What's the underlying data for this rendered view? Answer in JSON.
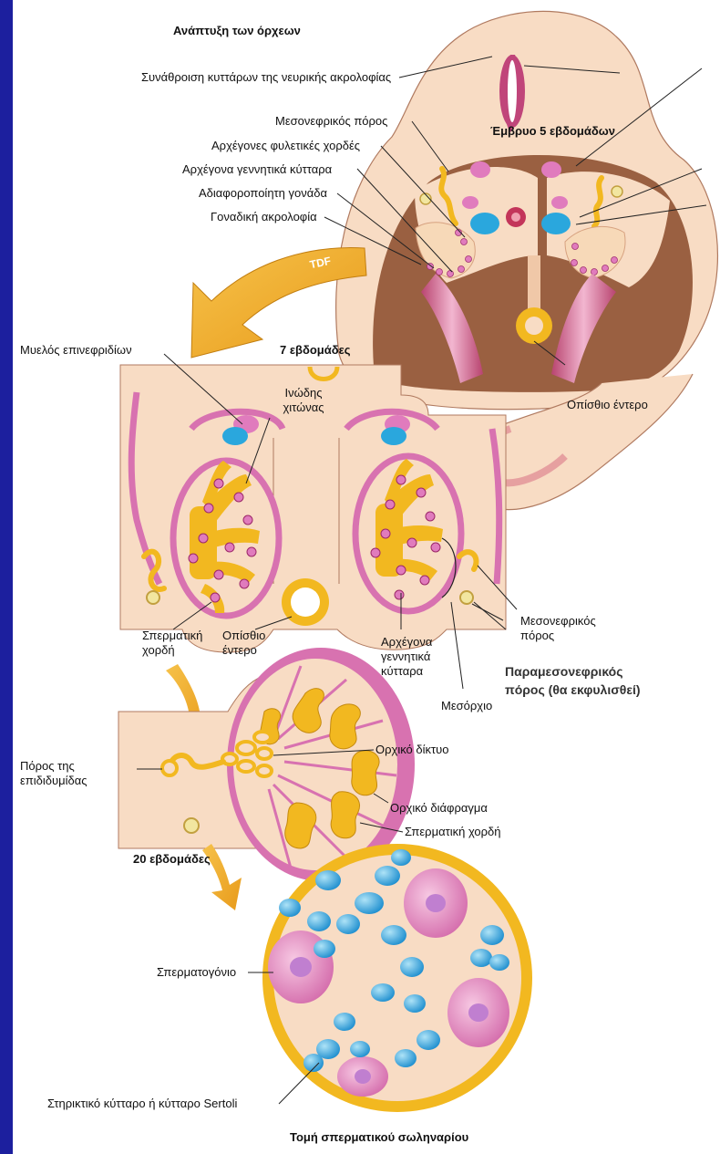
{
  "title": "Ανάπτυξη των όρχεων",
  "embryo_label": "Έμβρυο 5 εβδομάδων",
  "tdf_label": "TDF",
  "labels_5wk": {
    "neural_crest_aggregation": "Συνάθροιση κυττάρων της νευρικής ακρολοφίας",
    "mesonephric_duct": "Μεσονεφρικός πόρος",
    "primitive_sex_cords": "Αρχέγονες φυλετικές χορδές",
    "primordial_germ_cells": "Αρχέγονα γεννητικά κύτταρα",
    "indifferent_gonad": "Αδιαφοροποίητη γονάδα",
    "gonadal_ridge": "Γοναδική ακρολοφία",
    "hindgut": "Οπίσθιο έντερο"
  },
  "labels_7wk": {
    "stage": "7 εβδομάδες",
    "adrenal_medulla": "Μυελός επινεφριδίων",
    "tunica_albuginea_1": "Ινώδης",
    "tunica_albuginea_2": "χιτώνας",
    "seminiferous_cord_1": "Σπερματική",
    "seminiferous_cord_2": "χορδή",
    "hindgut_1": "Οπίσθιο",
    "hindgut_2": "έντερο",
    "germ_cells_1": "Αρχέγονα",
    "germ_cells_2": "γεννητικά",
    "germ_cells_3": "κύτταρα",
    "mesonephric_duct_1": "Μεσονεφρικός",
    "mesonephric_duct_2": "πόρος",
    "mesorchium": "Μεσόρχιο",
    "paramesonephric_1": "Παραμεσονεφρικός",
    "paramesonephric_2": "πόρος (θα εκφυλισθεί)"
  },
  "labels_20wk": {
    "stage": "20 εβδομάδες",
    "rete_testis": "Ορχικό δίκτυο",
    "epididymis_duct_1": "Πόρος της",
    "epididymis_duct_2": "επιδιδυμίδας",
    "septum": "Ορχικό διάφραγμα",
    "seminiferous_cord": "Σπερματική χορδή"
  },
  "labels_section": {
    "spermatogonium": "Σπερματογόνιο",
    "sertoli": "Στηρικτικό κύτταρο ή κύτταρο Sertoli",
    "caption": "Τομή σπερματικού σωληναρίου"
  },
  "colors": {
    "background": "#1c1f9e",
    "tissue": "#f8dcc4",
    "pink": "#d872b0",
    "yellow": "#f2b820",
    "blue": "#2aa7dd",
    "arrow": "#f0b030"
  }
}
